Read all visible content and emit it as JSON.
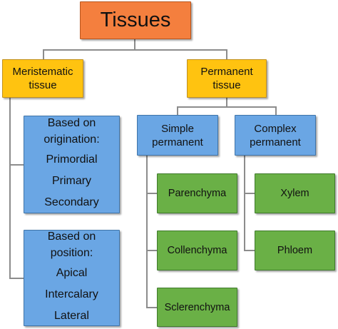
{
  "root": {
    "label": "Tissues"
  },
  "meristematic": {
    "label_line1": "Meristematic",
    "label_line2": "tissue",
    "origination": {
      "heading_line1": "Based on",
      "heading_line2": "origination:",
      "items": [
        "Primordial",
        "Primary",
        "Secondary"
      ]
    },
    "position": {
      "heading_line1": "Based on",
      "heading_line2": "position:",
      "items": [
        "Apical",
        "Intercalary",
        "Lateral"
      ]
    }
  },
  "permanent": {
    "label_line1": "Permanent",
    "label_line2": "tissue",
    "simple": {
      "label_line1": "Simple",
      "label_line2": "permanent",
      "items": [
        "Parenchyma",
        "Collenchyma",
        "Sclerenchyma"
      ]
    },
    "complex": {
      "label_line1": "Complex",
      "label_line2": "permanent",
      "items": [
        "Xylem",
        "Phloem"
      ]
    }
  },
  "colors": {
    "root": "#f47f3e",
    "category": "#ffc310",
    "subcategory": "#6aa6e4",
    "leaf": "#6ab046",
    "connector": "#8c8c8c"
  }
}
